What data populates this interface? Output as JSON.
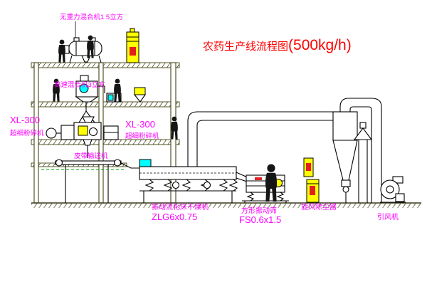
{
  "title": {
    "name": "农药生产线流程图",
    "capacity": "(500kg/h)"
  },
  "equipment_labels": {
    "gravity_mixer": "无重力混合机1.5立方",
    "high_speed_mixer": "高速混合机3立方",
    "pulverizer_left": {
      "model": "XL-300",
      "name": "超细粉碎机"
    },
    "pulverizer_mid": {
      "model": "XL-300",
      "name": "超细粉碎机"
    },
    "belt_conveyor": "皮带输送机",
    "fluid_bed_dryer": {
      "name": "振动流化床干燥机",
      "model": "ZLG6x0.75"
    },
    "vibrating_sieve": {
      "name": "方形振动筛",
      "model": "FS0.6x1.5"
    },
    "cyclone": "旋风除尘器",
    "fan": "引风机"
  },
  "colors": {
    "label": "#ff00ff",
    "title": "#ff0000",
    "machine_yellow": "#ffff00",
    "machine_cyan": "#00ffff",
    "cabinet_red": "#e02020",
    "structure": "#54542a",
    "green_dash": "#00a000",
    "line": "#000000"
  }
}
